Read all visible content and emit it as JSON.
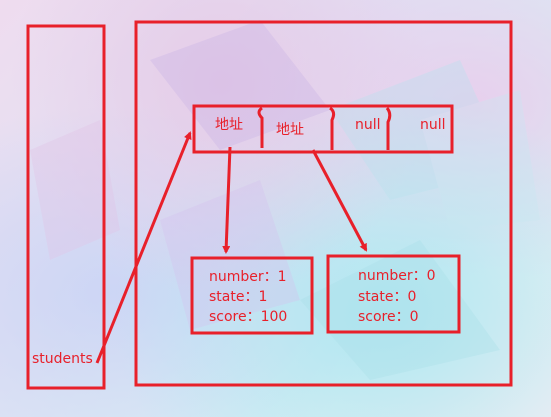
{
  "colors": {
    "accent": "#e8202a"
  },
  "stack": {
    "variable_label": "students"
  },
  "array": {
    "cells": [
      "地址",
      "地址",
      "null",
      "null"
    ]
  },
  "objects": [
    {
      "number_line": "number：1",
      "state_line": "state：1",
      "score_line": "score：100"
    },
    {
      "number_line": "number：0",
      "state_line": "state：0",
      "score_line": "score：0"
    }
  ]
}
